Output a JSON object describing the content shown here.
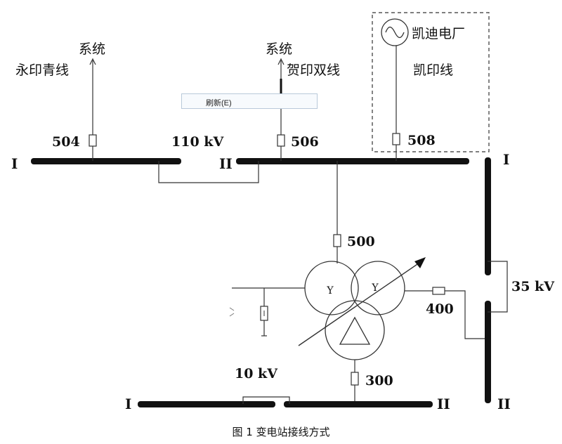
{
  "tooltip": {
    "label": "刷新(E)"
  },
  "caption": "图 1  变电站接线方式",
  "buses": {
    "hv_label": "110 kV",
    "mv_label": "35 kV",
    "lv_label": "10 kV",
    "section_1": "I",
    "section_2": "II"
  },
  "lines": {
    "yongyin": {
      "system": "系统",
      "name": "永印青线",
      "breaker": "504"
    },
    "heyin": {
      "system": "系统",
      "name": "贺印双线",
      "breaker": "506"
    },
    "kaiyin": {
      "plant": "凯迪电厂",
      "name": "凯印线",
      "breaker": "508"
    }
  },
  "transformer": {
    "hv_breaker": "500",
    "mv_breaker": "400",
    "lv_breaker": "300",
    "winding_symbol": "Y"
  }
}
